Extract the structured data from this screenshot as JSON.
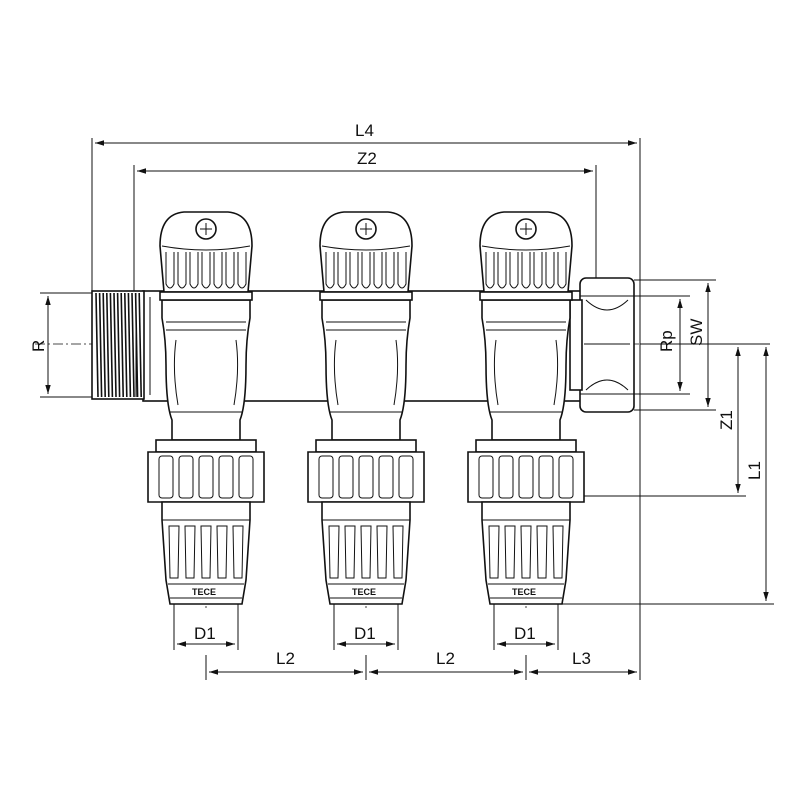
{
  "labels": {
    "L4": "L4",
    "Z2": "Z2",
    "R": "R",
    "Rp": "Rp",
    "SW": "SW",
    "Z1": "Z1",
    "L1": "L1",
    "D1": "D1",
    "L2": "L2",
    "L3": "L3"
  },
  "brand": "TECE",
  "outlets": [
    {
      "d1": "D1",
      "brand": "TECE"
    },
    {
      "d1": "D1",
      "brand": "TECE"
    },
    {
      "d1": "D1",
      "brand": "TECE"
    }
  ],
  "spacing": [
    {
      "label": "L2"
    },
    {
      "label": "L2"
    },
    {
      "label": "L3"
    }
  ],
  "colors": {
    "line": "#111111",
    "background": "#ffffff"
  }
}
